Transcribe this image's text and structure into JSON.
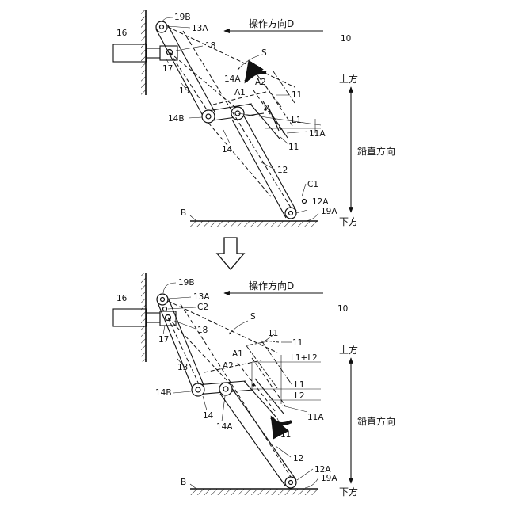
{
  "colors": {
    "ink": "#111111",
    "background": "#ffffff"
  },
  "figure_top": {
    "operation_direction": "操作方向D",
    "up": "上方",
    "down": "下方",
    "vertical_direction": "鉛直方向",
    "labels": {
      "ref_10": "10",
      "ref_16": "16",
      "ref_19B": "19B",
      "ref_13A": "13A",
      "ref_18": "18",
      "ref_17": "17",
      "ref_13": "13",
      "ref_S": "S",
      "ref_14A": "14A",
      "ref_A1": "A1",
      "ref_A2": "A2",
      "ref_11_a": "11",
      "ref_L1": "L1",
      "ref_11A": "11A",
      "ref_11_b": "11",
      "ref_14B": "14B",
      "ref_14": "14",
      "ref_12": "12",
      "ref_C1": "C1",
      "ref_12A": "12A",
      "ref_19A": "19A",
      "ref_B": "B"
    }
  },
  "figure_bottom": {
    "operation_direction": "操作方向D",
    "up": "上方",
    "down": "下方",
    "vertical_direction": "鉛直方向",
    "labels": {
      "ref_10": "10",
      "ref_16": "16",
      "ref_19B": "19B",
      "ref_13A": "13A",
      "ref_C2": "C2",
      "ref_18": "18",
      "ref_17": "17",
      "ref_S": "S",
      "ref_11_a": "11",
      "ref_11_b": "11",
      "ref_A1": "A1",
      "ref_A2": "A2",
      "ref_L1L2": "L1+L2",
      "ref_L1": "L1",
      "ref_L2": "L2",
      "ref_13": "13",
      "ref_14B": "14B",
      "ref_14": "14",
      "ref_14A": "14A",
      "ref_11A": "11A",
      "ref_11_c": "11",
      "ref_12": "12",
      "ref_12A": "12A",
      "ref_19A": "19A",
      "ref_B": "B"
    }
  },
  "transition_arrow": "down-arrow-icon"
}
